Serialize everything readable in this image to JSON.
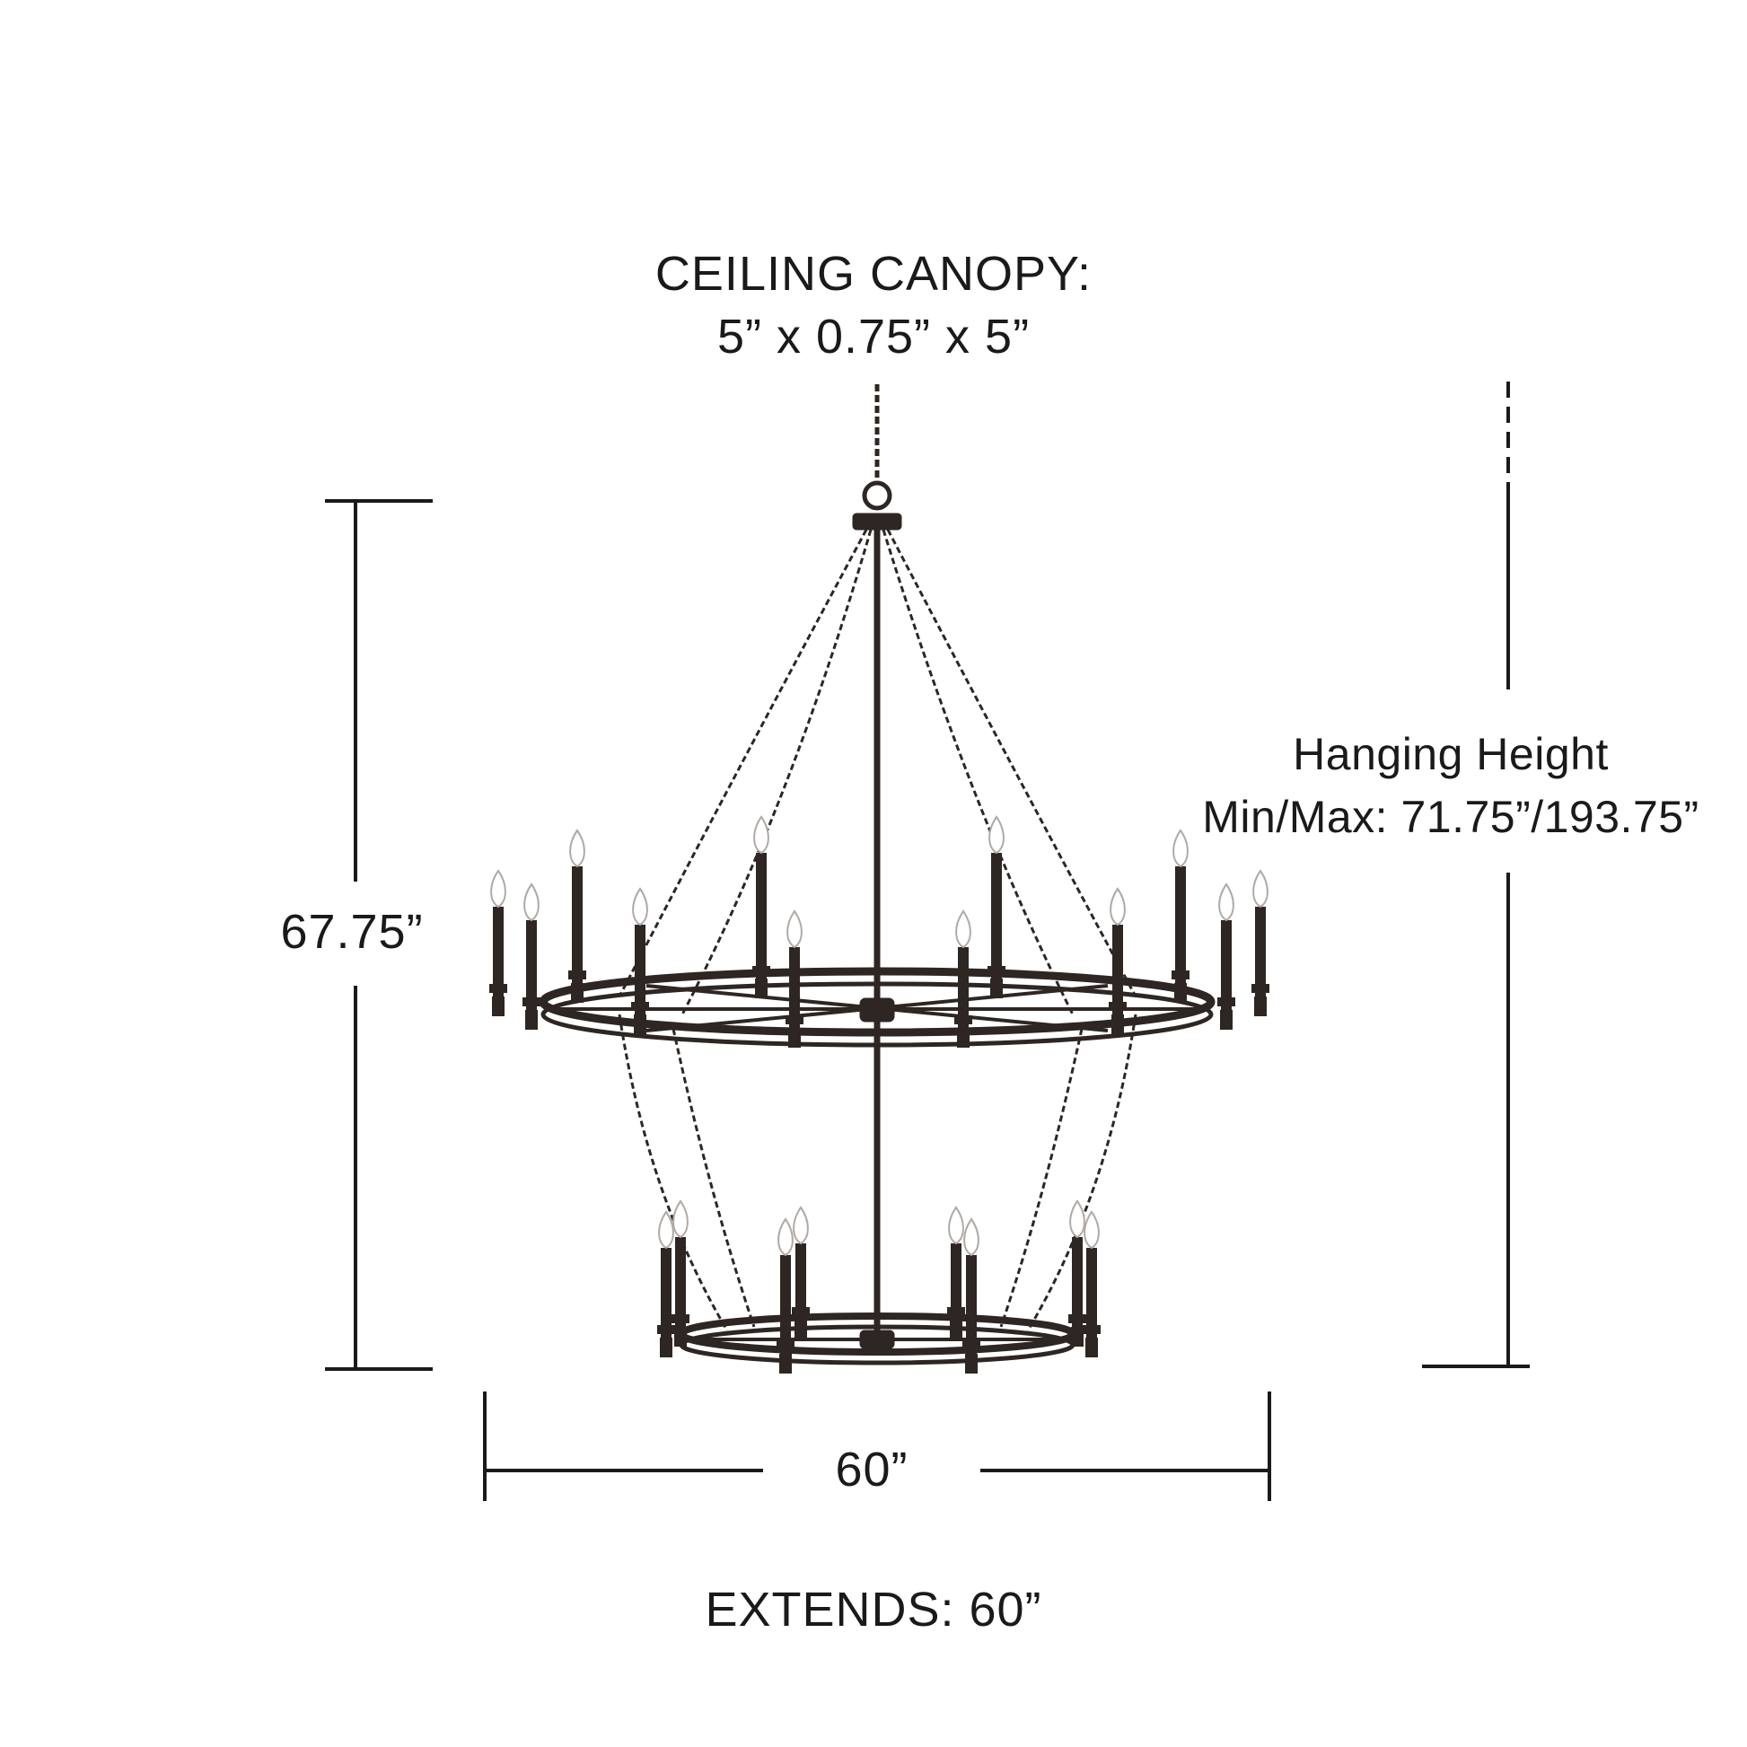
{
  "canopy": {
    "line1": "CEILING CANOPY:",
    "line2": "5” x 0.75” x 5”"
  },
  "height": {
    "value": "67.75”"
  },
  "hanging": {
    "line1": "Hanging Height",
    "line2": "Min/Max: 71.75”/193.75”"
  },
  "width": {
    "value": "60”"
  },
  "extends": {
    "text": "EXTENDS: 60”"
  },
  "colors": {
    "ink": "#1a1a1a",
    "fixture": "#2e2622"
  }
}
